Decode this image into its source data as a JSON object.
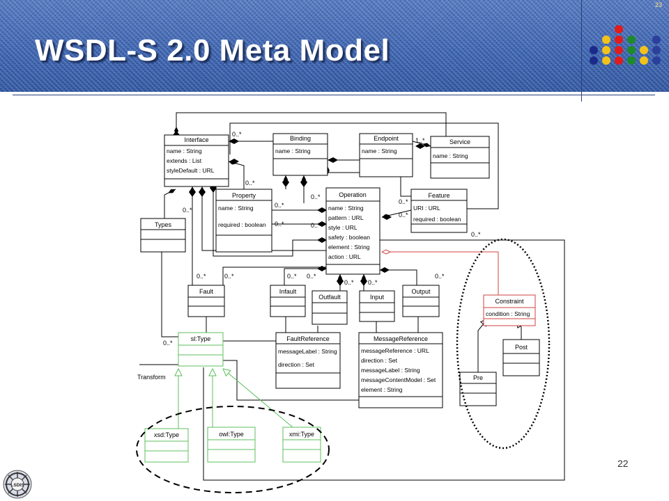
{
  "slide": {
    "title": "WSDL-S 2.0 Meta Model",
    "page_number": "22",
    "corner_mark": "23",
    "logo_text": "LSDIS"
  },
  "diagram": {
    "classes": {
      "interface": {
        "name": "Interface",
        "attrs": [
          "name : String",
          "extends : List",
          "styleDefault : URL"
        ]
      },
      "binding": {
        "name": "Binding",
        "attrs": [
          "name : String"
        ]
      },
      "endpoint": {
        "name": "Endpoint",
        "attrs": [
          "name : String"
        ]
      },
      "service": {
        "name": "Service",
        "attrs": [
          "name : String"
        ]
      },
      "property": {
        "name": "Property",
        "attrs": [
          "name : String",
          "required : boolean"
        ]
      },
      "operation": {
        "name": "Operation",
        "attrs": [
          "name : String",
          "pattern : URL",
          "style : URL",
          "safety : boolean",
          "element : String",
          "action : URL"
        ]
      },
      "feature": {
        "name": "Feature",
        "attrs": [
          "URI : URL",
          "required : boolean"
        ]
      },
      "types": {
        "name": "Types",
        "attrs": []
      },
      "fault": {
        "name": "Fault",
        "attrs": []
      },
      "infault": {
        "name": "Infault",
        "attrs": []
      },
      "outfault": {
        "name": "Outfault",
        "attrs": []
      },
      "input": {
        "name": "Input",
        "attrs": []
      },
      "output": {
        "name": "Output",
        "attrs": []
      },
      "constraint": {
        "name": "Constraint",
        "attrs": [
          "condition : String"
        ]
      },
      "post": {
        "name": "Post",
        "attrs": []
      },
      "pre": {
        "name": "Pre",
        "attrs": []
      },
      "sltype": {
        "name": "sl:Type",
        "attrs": []
      },
      "faultref": {
        "name": "FaultReference",
        "attrs": [
          "messageLabel : String",
          "direction : Set"
        ]
      },
      "msgref": {
        "name": "MessageReference",
        "attrs": [
          "messageReference : URL",
          "direction : Set",
          "messageLabel : String",
          "messageContentModel : Set",
          "element : String"
        ]
      },
      "xsdtype": {
        "name": "xsd:Type",
        "attrs": []
      },
      "owltype": {
        "name": "owl:Type",
        "attrs": []
      },
      "xmitype": {
        "name": "xmi:Type",
        "attrs": []
      }
    },
    "labels": {
      "transform": "Transform",
      "many": "0..*",
      "one_many": "1..*"
    },
    "colors": {
      "class_border": "#000000",
      "semantic_border": "#d24040",
      "type_border": "#5cbf5c",
      "title_text": "#ffffff",
      "header_bg": "#3f68b4"
    }
  }
}
